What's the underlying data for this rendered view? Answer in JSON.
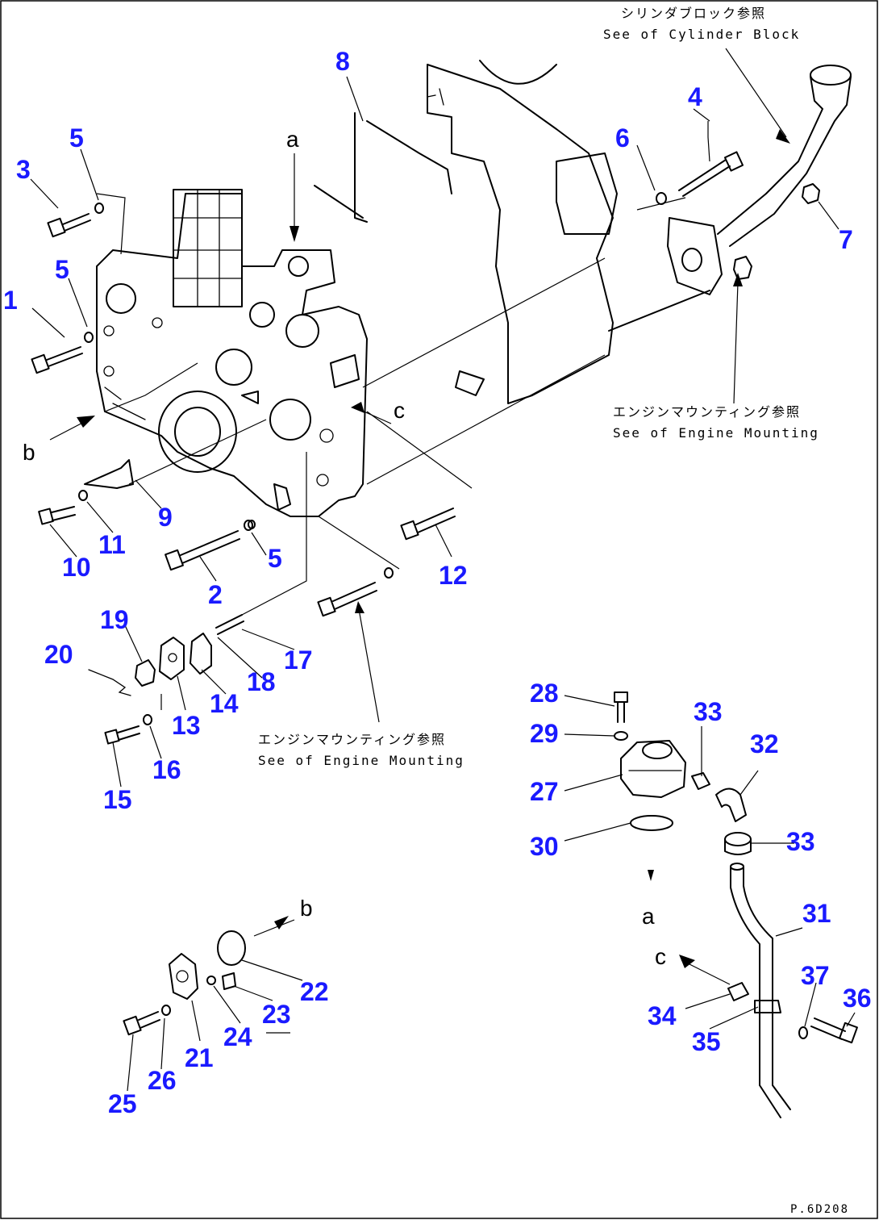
{
  "callouts": {
    "n1": "1",
    "n2": "2",
    "n3": "3",
    "n4": "4",
    "n5a": "5",
    "n5b": "5",
    "n5c": "5",
    "n6": "6",
    "n7": "7",
    "n8": "8",
    "n9": "9",
    "n10": "10",
    "n11": "11",
    "n12": "12",
    "n13": "13",
    "n14": "14",
    "n15": "15",
    "n16": "16",
    "n17": "17",
    "n18": "18",
    "n19": "19",
    "n20": "20",
    "n21": "21",
    "n22": "22",
    "n23": "23",
    "n24": "24",
    "n25": "25",
    "n26": "26",
    "n27": "27",
    "n28": "28",
    "n29": "29",
    "n30": "30",
    "n31": "31",
    "n32": "32",
    "n33a": "33",
    "n33b": "33",
    "n34": "34",
    "n35": "35",
    "n36": "36",
    "n37": "37"
  },
  "letters": {
    "a_top": "a",
    "a_bottom": "a",
    "b_left": "b",
    "b_bottom": "b",
    "c_mid": "c",
    "c_bottom": "c"
  },
  "notes": {
    "cylinder_block_jp": "シリンダブロック参照",
    "cylinder_block_en": "See of Cylinder Block",
    "engine_mounting_jp_1": "エンジンマウンティング参照",
    "engine_mounting_en_1": "See of Engine Mounting",
    "engine_mounting_jp_2": "エンジンマウンティング参照",
    "engine_mounting_en_2": "See of Engine Mounting"
  },
  "figure_code": "P.6D208",
  "colors": {
    "callout": "#1a1aff",
    "line": "#000000",
    "background": "#ffffff"
  }
}
